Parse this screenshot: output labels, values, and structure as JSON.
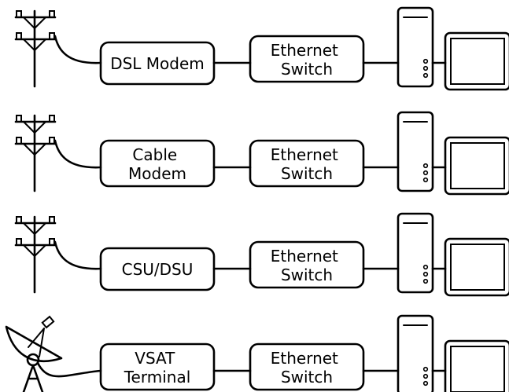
{
  "rows": [
    {
      "source": "utility-pole",
      "device_lines": [
        "DSL Modem"
      ],
      "switch_lines": [
        "Ethernet",
        "Switch"
      ]
    },
    {
      "source": "utility-pole",
      "device_lines": [
        "Cable",
        "Modem"
      ],
      "switch_lines": [
        "Ethernet",
        "Switch"
      ]
    },
    {
      "source": "utility-pole",
      "device_lines": [
        "CSU/DSU"
      ],
      "switch_lines": [
        "Ethernet",
        "Switch"
      ]
    },
    {
      "source": "satellite-dish",
      "device_lines": [
        "VSAT",
        "Terminal"
      ],
      "switch_lines": [
        "Ethernet",
        "Switch"
      ]
    }
  ],
  "icons": {
    "pole": "utility-pole-icon",
    "dish": "satellite-dish-icon",
    "tower": "computer-tower-icon",
    "monitor": "monitor-icon"
  }
}
